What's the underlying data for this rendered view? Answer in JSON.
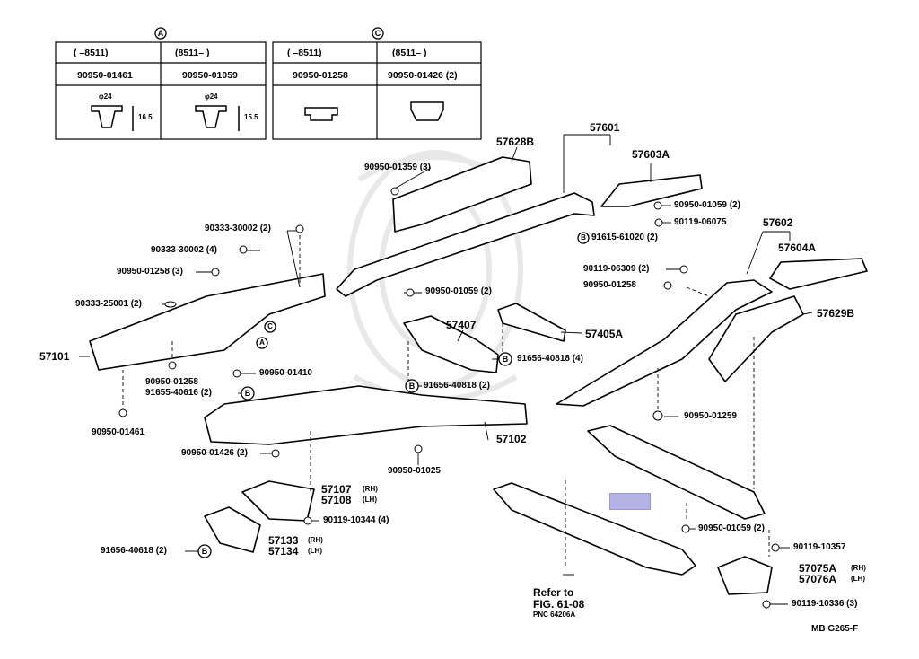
{
  "table_left": {
    "symbol": "A",
    "col1_header": "(      –8511)",
    "col2_header": "(8511–      )",
    "col1_part": "90950-01461",
    "col2_part": "90950-01059",
    "col1_dim_w": "φ24",
    "col1_dim_h": "16.5",
    "col2_dim_w": "φ24",
    "col2_dim_h": "15.5"
  },
  "table_right": {
    "symbol": "C",
    "col1_header": "(      –8511)",
    "col2_header": "(8511–      )",
    "col1_part": "90950-01258",
    "col2_part": "90950-01426 (2)"
  },
  "labels": {
    "p57601": "57601",
    "p57628B": "57628B",
    "p57603A": "57603A",
    "p57602": "57602",
    "p57604A": "57604A",
    "p57629B": "57629B",
    "p57407": "57407",
    "p57405A": "57405A",
    "p57101": "57101",
    "p57102": "57102",
    "p57107": "57107",
    "p57108": "57108",
    "p57133": "57133",
    "p57134": "57134",
    "p57075A": "57075A",
    "p57076A": "57076A",
    "rh": "(RH)",
    "lh": "(LH)",
    "f9095001359": "90950-01359 (3)",
    "f9095001059a": "90950-01059 (2)",
    "f9011906075": "90119-06075",
    "f9161561020": "91615-61020 (2)",
    "f9033330002a": "90333-30002 (2)",
    "f9033330002b": "90333-30002 (4)",
    "f9095001258a": "90950-01258 (3)",
    "f9033325001": "90333-25001 (2)",
    "f9095001059b": "90950-01059 (2)",
    "f9011906309": "90119-06309 (2)",
    "f9095001258b": "90950-01258",
    "f9095001258c": "90950-01258",
    "f9165540616": "91655-40616 (2)",
    "f9095001410": "90950-01410",
    "f9165640818a": "91656-40818 (4)",
    "f9165640818b": "91656-40818 (2)",
    "f9095001461": "90950-01461",
    "f9095001426": "90950-01426 (2)",
    "f9095001025": "90950-01025",
    "f9095001259": "90950-01259",
    "f9011910344": "90119-10344 (4)",
    "f9165640618": "91656-40618 (2)",
    "f9095001059c": "90950-01059 (2)",
    "f9011910357": "90119-10357",
    "f9011910336": "90119-10336 (3)",
    "refer1": "Refer to",
    "refer2": "FIG. 61-08",
    "refer3": "PNC 64206A",
    "code": "MB  G265-F"
  },
  "markers": {
    "a": "A",
    "b": "B",
    "c": "C"
  },
  "colors": {
    "ink": "#000000",
    "hotspot": "#b3b3e6",
    "watermark": "#e6e6e6"
  }
}
